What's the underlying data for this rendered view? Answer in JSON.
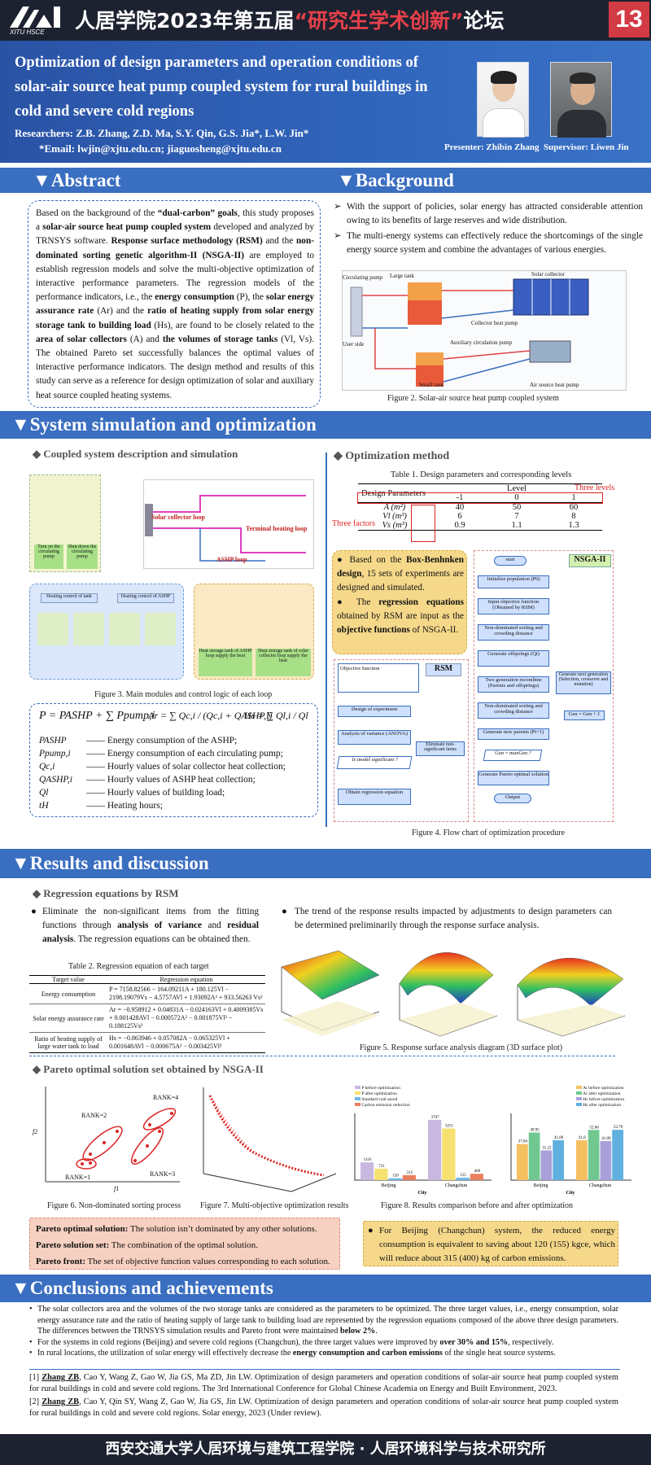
{
  "header": {
    "logo_text": "XITU HSCE",
    "title_pre": "人居学院2023年第五届",
    "title_hl": "“研究生学术创新”",
    "title_post": "论坛",
    "poster_number": "13"
  },
  "paper": {
    "title": "Optimization of design parameters and operation conditions of solar-air source heat pump coupled system for rural buildings in cold and severe cold regions",
    "researchers": "Researchers: Z.B. Zhang, Z.D. Ma, S.Y. Qin, G.S. Jia*, L.W. Jin*",
    "email": "*Email: lwjin@xjtu.edu.cn; jiaguosheng@xjtu.edu.cn",
    "presenter": "Presenter: Zhibin Zhang",
    "supervisor": "Supervisor: Liwen Jin"
  },
  "sections": {
    "abstract": "▼Abstract",
    "background": "▼Background",
    "system": "▼System simulation and optimization",
    "results": "▼Results and discussion",
    "conclusions": "▼Conclusions and achievements"
  },
  "abstract": {
    "p1": "Based on the background of the ",
    "b1": "“dual-carbon” goals",
    "p2": ", this study proposes a ",
    "b2": "solar-air source heat pump coupled system",
    "p3": " developed and analyzed by TRNSYS software. ",
    "b3": "Response surface methodology (RSM)",
    "p4": " and the ",
    "b4": "non-dominated sorting genetic algorithm-II (NSGA-II)",
    "p5": " are employed to establish regression models and solve the multi-objective optimization of interactive performance parameters. The regression models of the performance indicators, i.e., the ",
    "b5": "energy consumption",
    "p6": " (P), the ",
    "b6": "solar energy assurance rate",
    "p7": " (Ar) and the ",
    "b7": "ratio of heating supply from solar energy storage tank to building load",
    "p8": " (Hs), are found to be closely related to the ",
    "b8": "area of solar collectors",
    "p9": " (A) and ",
    "b9": "the volumes of storage tanks",
    "p10": " (Vl, Vs). The obtained Pareto set successfully balances the optimal values of interactive performance indicators. The design method and results of this study can serve as a reference for design optimization of solar and auxiliary heat source coupled heating systems."
  },
  "background": {
    "b1": "With the support of policies, solar energy has attracted considerable attention owing to its benefits of large reserves and wide distribution.",
    "b2": "The multi-energy systems can effectively reduce the shortcomings of the single energy source system and combine the advantages of various energies.",
    "fig2_labels": [
      "Large tank",
      "Solar collector",
      "Circulating pump",
      "User side",
      "Collector heat pump",
      "Auxiliary circulation pump",
      "Small tank",
      "Air source heat pump"
    ],
    "fig2_caption": "Figure 2. Solar-air source heat pump coupled system"
  },
  "system": {
    "coupled_title": "Coupled system description and simulation",
    "opt_title": "Optimization method",
    "fig3_caption": "Figure 3. Main modules and control logic of each loop",
    "fig3_labels": [
      "Solar collector loop",
      "Terminal heating loop",
      "ASHP loop",
      "Heating control of tank",
      "Heating control of ASHP",
      "Turn on the circulating pump",
      "Shut down the circulating pump",
      "Heat storage tank of ASHP loop supply the heat",
      "Heat storage tank of solar collector loop supply the heat"
    ],
    "eq_P": "P = PASHP + ∑ Ppump,i",
    "eq_Ar": "Ar = ∑ Qc,i / (Qc,i + QASHP,i)",
    "eq_Hs": "Hs = ∑ Ql,i / Ql",
    "vars": [
      {
        "sym": "PASHP",
        "desc": "—— Energy consumption of the ASHP;"
      },
      {
        "sym": "Ppump,i",
        "desc": "—— Energy consumption of each circulating pump;"
      },
      {
        "sym": "Qc,i",
        "desc": "—— Hourly values of solar collector heat collection;"
      },
      {
        "sym": "QASHP,i",
        "desc": "—— Hourly values of ASHP heat collection;"
      },
      {
        "sym": "Ql",
        "desc": "—— Hourly values of building load;"
      },
      {
        "sym": "tH",
        "desc": "—— Heating hours;"
      }
    ],
    "table1_caption": "Table 1. Design parameters and corresponding levels",
    "table1_head": [
      "Design Parameters",
      "Level"
    ],
    "table1_levels": [
      "-1",
      "0",
      "1"
    ],
    "table1_rows": [
      [
        "A (m²)",
        "40",
        "50",
        "60"
      ],
      [
        "Vl (m³)",
        "6",
        "7",
        "8"
      ],
      [
        "Vs (m³)",
        "0.9",
        "1.1",
        "1.3"
      ]
    ],
    "three_levels": "Three levels",
    "three_factors": "Three factors",
    "yel_1a": "Based on the ",
    "yel_1b": "Box-Benhnken design",
    "yel_1c": ", 15 sets of experiments are designed and simulated.",
    "yel_2a": "The ",
    "yel_2b": "regression equations",
    "yel_2c": " obtained by RSM are input as the ",
    "yel_2d": "objective functions",
    "yel_2e": " of NSGA-II.",
    "rsm_label": "RSM",
    "nsga_label": "NSGA-II",
    "rsm_steps": [
      "Objective function",
      "Design of experiment",
      "Analysis of variance (ANOVA)",
      "Is model significant ?",
      "Eliminate non-significant items",
      "Obtain regression equation"
    ],
    "nsga_steps": [
      "start",
      "Initialize population (P0)",
      "Input objective function (Obtained by RSM)",
      "Non-dominated sorting and crowding distance",
      "Generate offsprings (Qt)",
      "Two generation recombine (Parents and offsprings)",
      "Non-dominated sorting and crowding distance",
      "Generate new parents (Pt+1)",
      "Gen = maxGen ?",
      "Generate Pareto optimal solution",
      "Output",
      "Generate next generation (Selection, crossover and mutation)",
      "Gen = Gen + 1"
    ],
    "fig4_caption": "Figure 4. Flow chart of optimization procedure"
  },
  "results": {
    "rsm_title": "Regression equations by RSM",
    "bul1a": "Eliminate the non-significant items from the fitting functions through ",
    "bul1b": "analysis of variance",
    "bul1c": " and ",
    "bul1d": "residual analysis",
    "bul1e": ". The regression equations can be obtained then.",
    "bul2": "The trend of the response results impacted by adjustments to design parameters can be determined preliminarily through the response surface analysis.",
    "table2_caption": "Table 2. Regression equation of each target",
    "table2_head": [
      "Target value",
      "Regression equation"
    ],
    "table2_rows": [
      [
        "Energy consumption",
        "P = 7158.82566 − 164.09211A + 180.125Vl − 2198.19079Vs − 4.5757AVl + 1.93092A² + 933.56263 Vs²"
      ],
      [
        "Solar energy assurance rate",
        "Ar = −0.958912 + 0.04831A − 0.024163Vl + 0.4009385Vs + 0.001428AVl − 0.000572A² − 0.001875Vl² − 0.188125Vs²"
      ],
      [
        "Ratio of heating supply of large water tank to load",
        "Hs = −0.863946 + 0.057082A − 0.065325Vl + 0.001648AVl − 0.000675A² − 0.003425Vl²"
      ]
    ],
    "fig5_caption": "Figure 5. Response surface analysis diagram (3D surface plot)",
    "pareto_title": "Pareto optimal solution set obtained by NSGA-II",
    "rank_labels": [
      "RANK=1",
      "RANK=2",
      "RANK=3",
      "RANK=4"
    ],
    "fig6_axis": [
      "f1",
      "f2"
    ],
    "fig6_caption": "Figure 6. Non-dominated sorting process",
    "fig7_caption": "Figure 7. Multi-objective optimization results",
    "fig8_caption": "Figure 8. Results comparison before and after optimization",
    "fig8_legend_left": [
      "P before optimization",
      "P after optimization",
      "Standard coal saved",
      "Carbon emission reduction"
    ],
    "fig8_legend_right": [
      "Ar before optimization",
      "Ar after optimization",
      "Hs before optimization",
      "Hs after optimization"
    ],
    "fig8_xlabel": "City",
    "fig8_cities": [
      "Beijing",
      "Changchun"
    ],
    "pink_1a": "Pareto optimal solution:",
    "pink_1b": " The solution isn’t dominated by any other solutions.",
    "pink_2a": "Pareto solution set:",
    "pink_2b": " The combination of the optimal solution.",
    "pink_3a": "Pareto front:",
    "pink_3b": " The set of objective function values corresponding to each solution.",
    "yel_res": "For Beijing (Changchun) system, the reduced energy consumption is equivalent to saving about 120 (155) kgce, which will reduce about 315 (400) kg of carbon emissions."
  },
  "conclusions": {
    "c1": "The solar collectors area and the volumes of the two storage tanks are considered as the parameters to be optimized. The three target values, i.e., energy consumption, solar energy assurance rate and the ratio of heating supply of large tank to building load are represented by the regression equations composed of the above three design parameters. The differences between the TRNSYS simulation results and Pareto front were maintained ",
    "c1b": "below 2%",
    "c1c": ".",
    "c2": "For the systems in cold regions (Beijing) and severe cold regions (Changchun), the three target values were improved by ",
    "c2b": "over 30% and 15%",
    "c2c": ", respectively.",
    "c3": "In rural locations, the utilization of solar energy will effectively decrease the ",
    "c3b": "energy consumption and carbon emissions",
    "c3c": " of the single heat source systems."
  },
  "refs": {
    "r1a": "[1] ",
    "r1b": "Zhang ZB",
    "r1c": ", Cao Y, Wang Z, Gao W, Jia GS, Ma ZD, Jin LW. Optimization of design parameters and operation conditions of solar-air source heat pump coupled system for rural buildings in cold and severe cold regions. The 3rd International Conference for Global Chinese Academia on Energy and Built Environment, 2023.",
    "r2a": "[2] ",
    "r2b": "Zhang ZB",
    "r2c": ", Cao Y, Qin SY, Wang Z, Gao W, Jia GS, Jin LW. Optimization of design parameters and operation conditions of solar-air source heat pump coupled system for rural buildings in cold and severe cold regions. Solar energy, 2023 (Under review)."
  },
  "footer": "西安交通大学人居环境与建筑工程学院 · 人居环境科学与技术研究所",
  "colors": {
    "accent": "#3a6ec0",
    "header_dark": "#1d2230",
    "highlight": "#e8404a",
    "yellow": "#f5d88a",
    "pink": "#f6d0c0"
  },
  "chart_data": [
    {
      "type": "bar",
      "title": "Figure 8. Results comparison before and after optimization (left)",
      "categories": [
        "Beijing",
        "Changchun"
      ],
      "series": [
        {
          "name": "P before optimization",
          "values": [
            1116,
            3797
          ]
        },
        {
          "name": "P after optimization",
          "values": [
            721,
            3251
          ]
        },
        {
          "name": "Standard coal saved",
          "values": [
            120,
            155
          ]
        },
        {
          "name": "Carbon emission reduction",
          "values": [
            315,
            400
          ]
        }
      ]
    },
    {
      "type": "bar",
      "title": "Figure 8. Results comparison before and after optimization (right)",
      "categories": [
        "Beijing",
        "Changchun"
      ],
      "series": [
        {
          "name": "Ar before optimization",
          "values": [
            37.84,
            41.8
          ]
        },
        {
          "name": "Ar after optimization",
          "values": [
            49.95,
            52.66
          ]
        },
        {
          "name": "Hs before optimization",
          "values": [
            31.22,
            41.09
          ]
        },
        {
          "name": "Hs after optimization",
          "values": [
            41.89,
            52.79
          ]
        }
      ]
    }
  ]
}
